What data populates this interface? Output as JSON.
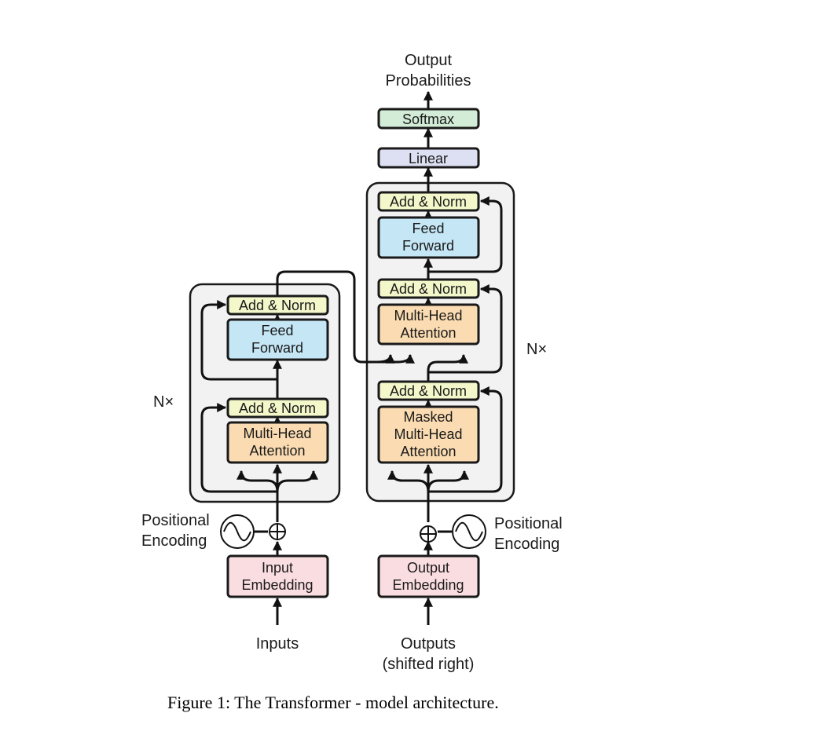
{
  "colors": {
    "add_norm": "#f3f7c9",
    "feed_forward": "#c5e6f5",
    "attention": "#fbdcb2",
    "embedding": "#fadde1",
    "linear": "#dde0f2",
    "softmax": "#d3ecd7",
    "stack_bg": "#f2f2f2"
  },
  "encoder": {
    "add_norm_top": "Add & Norm",
    "feed_forward": [
      "Feed",
      "Forward"
    ],
    "add_norm_bottom": "Add & Norm",
    "attention": [
      "Multi-Head",
      "Attention"
    ],
    "repeat": "N×",
    "positional_encoding": [
      "Positional",
      "Encoding"
    ],
    "embedding": [
      "Input",
      "Embedding"
    ],
    "input": "Inputs"
  },
  "decoder": {
    "add_norm_top": "Add & Norm",
    "feed_forward": [
      "Feed",
      "Forward"
    ],
    "add_norm_middle": "Add & Norm",
    "cross_attention": [
      "Multi-Head",
      "Attention"
    ],
    "add_norm_bottom": "Add & Norm",
    "masked_attention": [
      "Masked",
      "Multi-Head",
      "Attention"
    ],
    "repeat": "N×",
    "positional_encoding": [
      "Positional",
      "Encoding"
    ],
    "embedding": [
      "Output",
      "Embedding"
    ],
    "input": [
      "Outputs",
      "(shifted right)"
    ]
  },
  "head": {
    "linear": "Linear",
    "softmax": "Softmax",
    "output": [
      "Output",
      "Probabilities"
    ]
  },
  "caption": "Figure 1: The Transformer - model architecture.",
  "icons": {
    "add": "circled-plus-icon",
    "positional": "sine-wave-icon"
  }
}
